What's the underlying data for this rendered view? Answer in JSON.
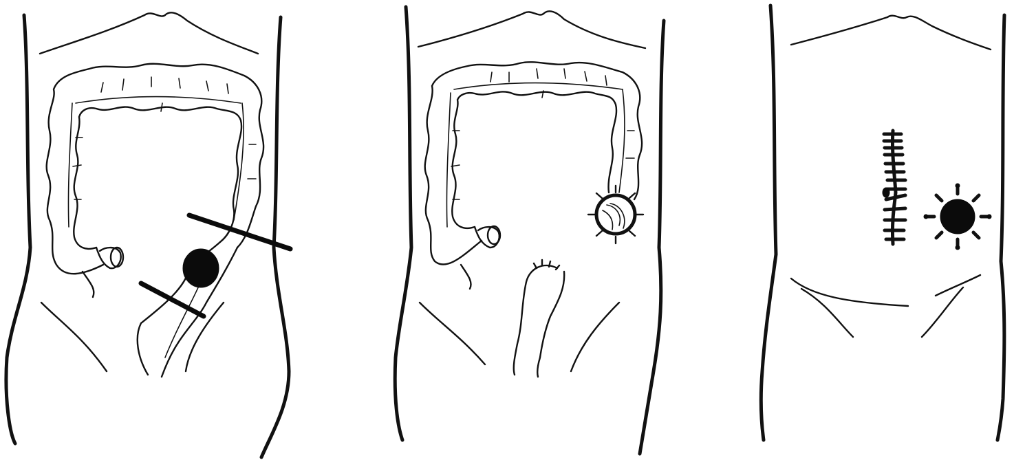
{
  "figure": {
    "panels": [
      {
        "id": "before-resection",
        "features": [
          "torso-outline",
          "colon",
          "tumor",
          "resection-lines"
        ]
      },
      {
        "id": "after-resection",
        "features": [
          "torso-outline",
          "colon",
          "end-colostomy",
          "rectal-stump"
        ]
      },
      {
        "id": "closed-abdomen",
        "features": [
          "torso-outline",
          "midline-suture",
          "stoma"
        ]
      }
    ],
    "colors": {
      "ink": "#111111",
      "background": "#ffffff"
    }
  }
}
